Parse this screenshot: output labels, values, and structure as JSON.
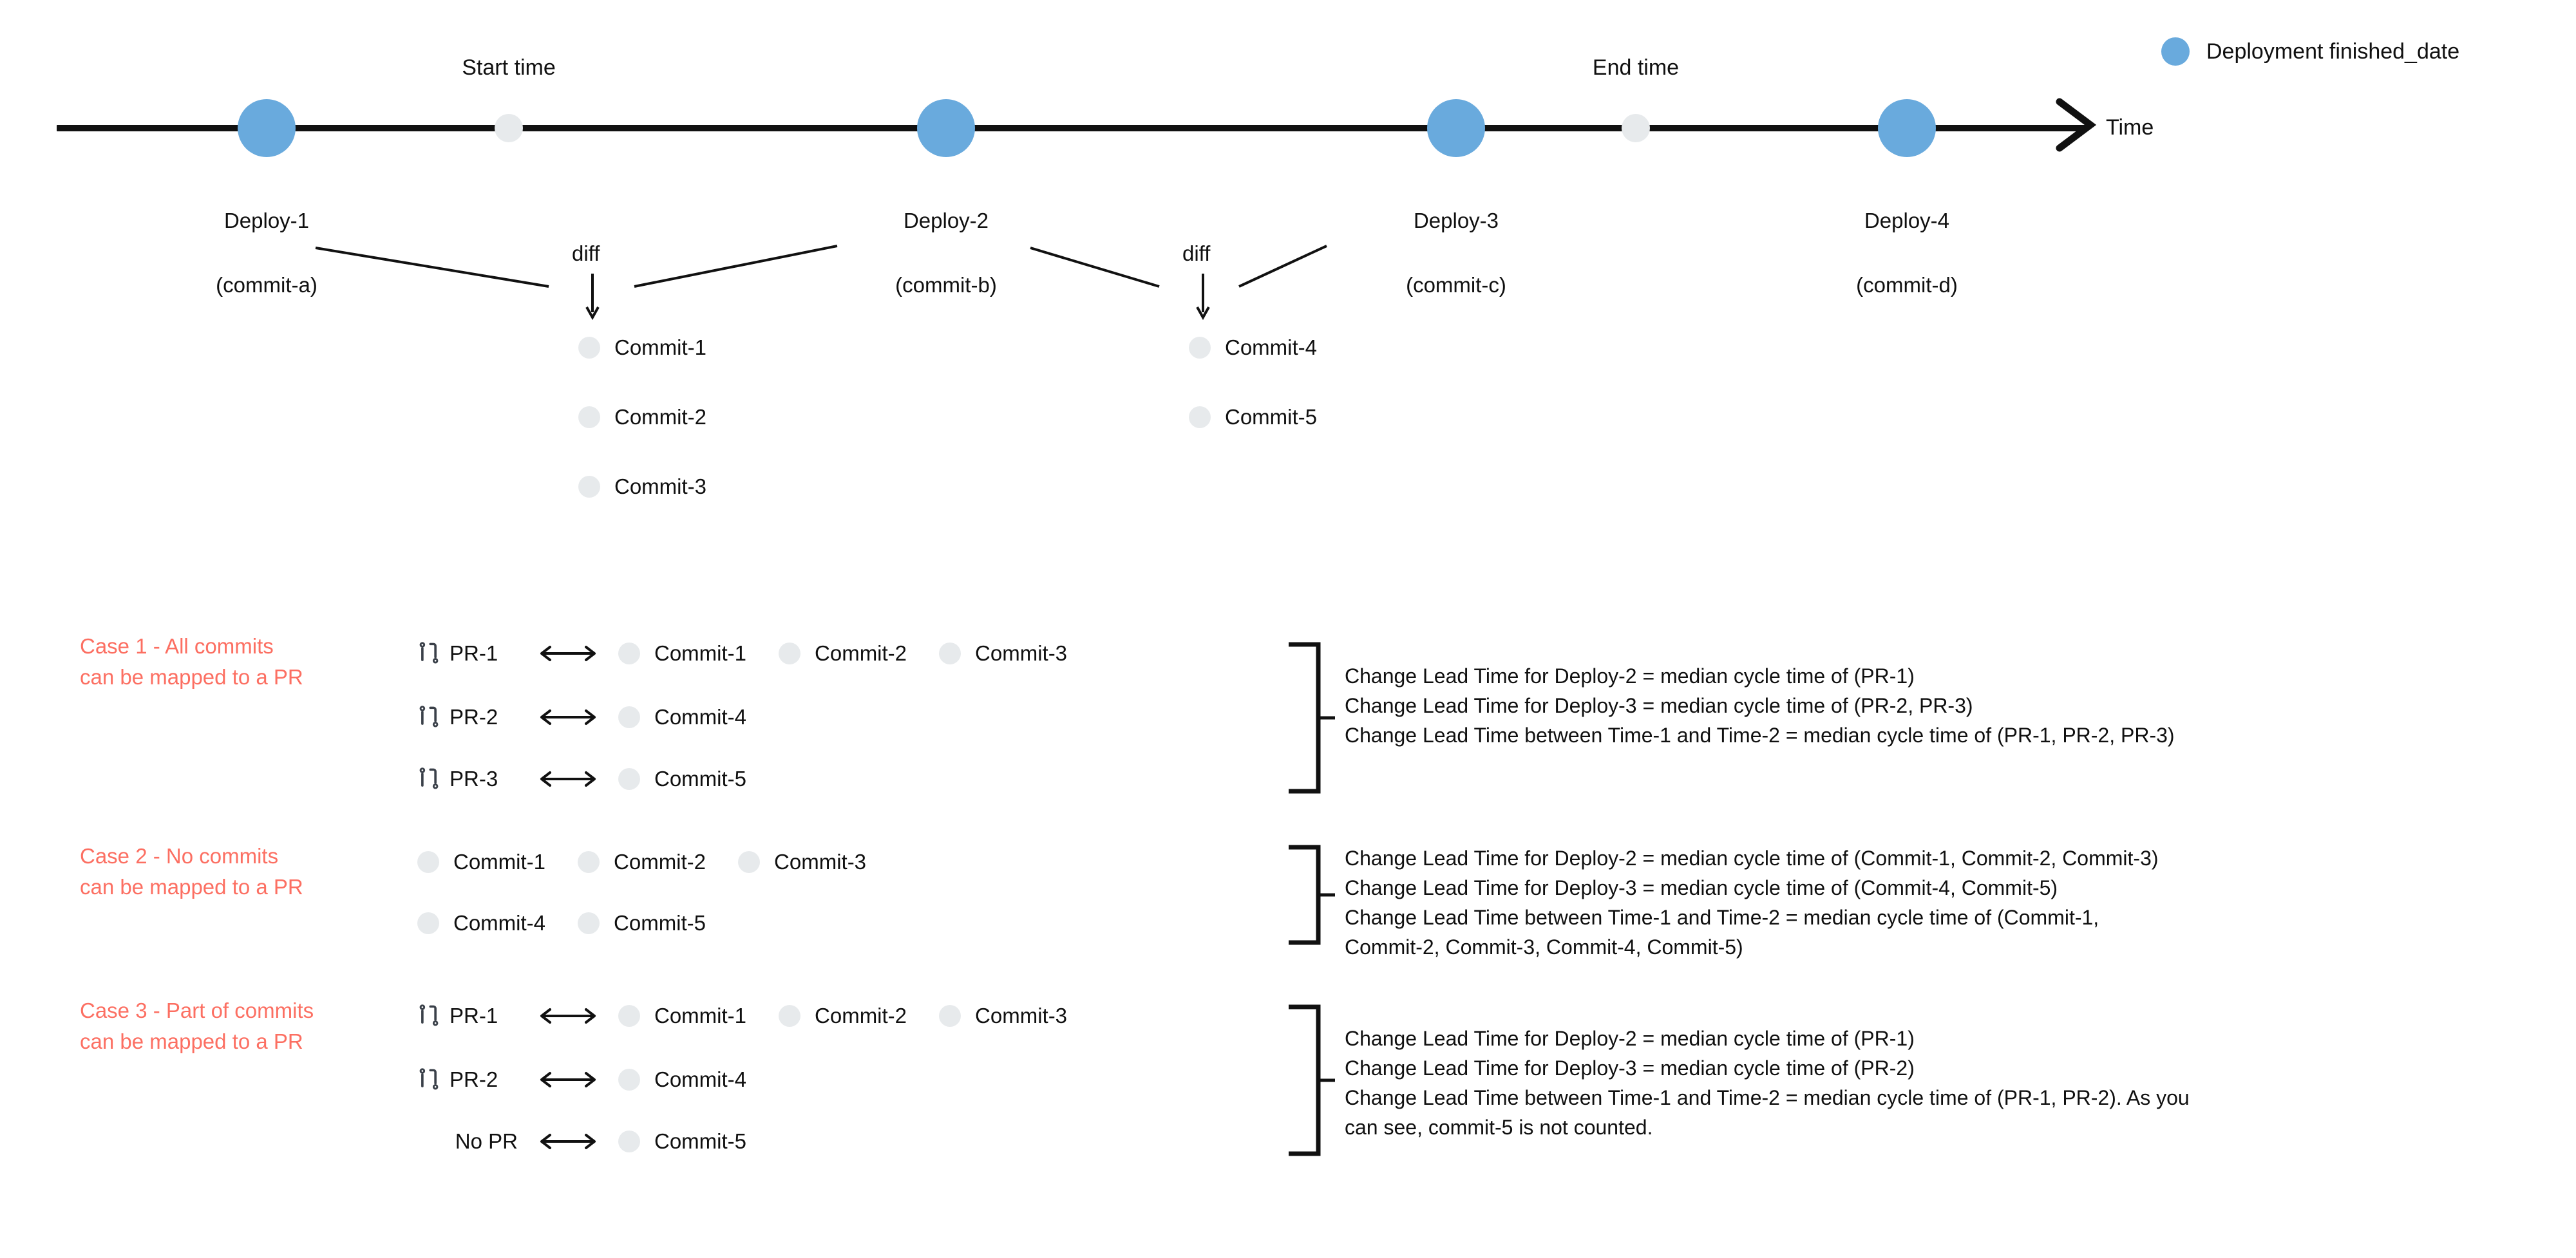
{
  "legend": {
    "label": "Deployment finished_date",
    "dot_color": "#69aadd"
  },
  "timeline": {
    "axis_label": "Time",
    "start_time_label": "Start time",
    "end_time_label": "End time",
    "deployments": [
      {
        "name": "Deploy-1",
        "commit": "(commit-a)"
      },
      {
        "name": "Deploy-2",
        "commit": "(commit-b)"
      },
      {
        "name": "Deploy-3",
        "commit": "(commit-c)"
      },
      {
        "name": "Deploy-4",
        "commit": "(commit-d)"
      }
    ],
    "diff_label_left": "diff",
    "diff_label_right": "diff"
  },
  "diff_commits": {
    "left": [
      "Commit-1",
      "Commit-2",
      "Commit-3"
    ],
    "right": [
      "Commit-4",
      "Commit-5"
    ]
  },
  "cases": [
    {
      "title": "Case 1 - All commits\ncan be mapped to a PR",
      "rows": [
        {
          "pr": "PR-1",
          "commits": [
            "Commit-1",
            "Commit-2",
            "Commit-3"
          ],
          "has_pr_icon": true,
          "has_arrow": true
        },
        {
          "pr": "PR-2",
          "commits": [
            "Commit-4"
          ],
          "has_pr_icon": true,
          "has_arrow": true
        },
        {
          "pr": "PR-3",
          "commits": [
            "Commit-5"
          ],
          "has_pr_icon": true,
          "has_arrow": true
        }
      ],
      "notes": [
        "Change Lead Time for Deploy-2 = median cycle time of (PR-1)",
        "Change Lead Time for Deploy-3 = median cycle time of (PR-2, PR-3)",
        "Change Lead Time between Time-1 and Time-2 = median cycle time of (PR-1, PR-2, PR-3)"
      ]
    },
    {
      "title": "Case 2 - No commits\ncan be mapped to a PR",
      "rows": [
        {
          "pr": "",
          "commits": [
            "Commit-1",
            "Commit-2",
            "Commit-3"
          ],
          "has_pr_icon": false,
          "has_arrow": false
        },
        {
          "pr": "",
          "commits": [
            "Commit-4",
            "Commit-5"
          ],
          "has_pr_icon": false,
          "has_arrow": false
        }
      ],
      "notes": [
        "Change Lead Time for Deploy-2 = median cycle time of (Commit-1, Commit-2, Commit-3)",
        "Change Lead Time for Deploy-3 = median cycle time of (Commit-4, Commit-5)",
        "Change Lead Time between Time-1 and Time-2 = median cycle time of (Commit-1,\nCommit-2, Commit-3, Commit-4, Commit-5)"
      ]
    },
    {
      "title": "Case 3 - Part of commits\ncan be mapped to a PR",
      "rows": [
        {
          "pr": "PR-1",
          "commits": [
            "Commit-1",
            "Commit-2",
            "Commit-3"
          ],
          "has_pr_icon": true,
          "has_arrow": true
        },
        {
          "pr": "PR-2",
          "commits": [
            "Commit-4"
          ],
          "has_pr_icon": true,
          "has_arrow": true
        },
        {
          "pr": "No PR",
          "commits": [
            "Commit-5"
          ],
          "has_pr_icon": false,
          "has_arrow": true
        }
      ],
      "notes": [
        "Change Lead Time for Deploy-2 = median cycle time of (PR-1)",
        "Change Lead Time for Deploy-3 = median cycle time of (PR-2)",
        "Change Lead Time between Time-1 and Time-2 = median cycle time of (PR-1, PR-2). As you\ncan see, commit-5 is not counted."
      ]
    }
  ],
  "colors": {
    "accent_blue": "#69aadd",
    "commit_grey": "#e7eaec",
    "case_red": "#fc6f62",
    "line_black": "#111111"
  }
}
